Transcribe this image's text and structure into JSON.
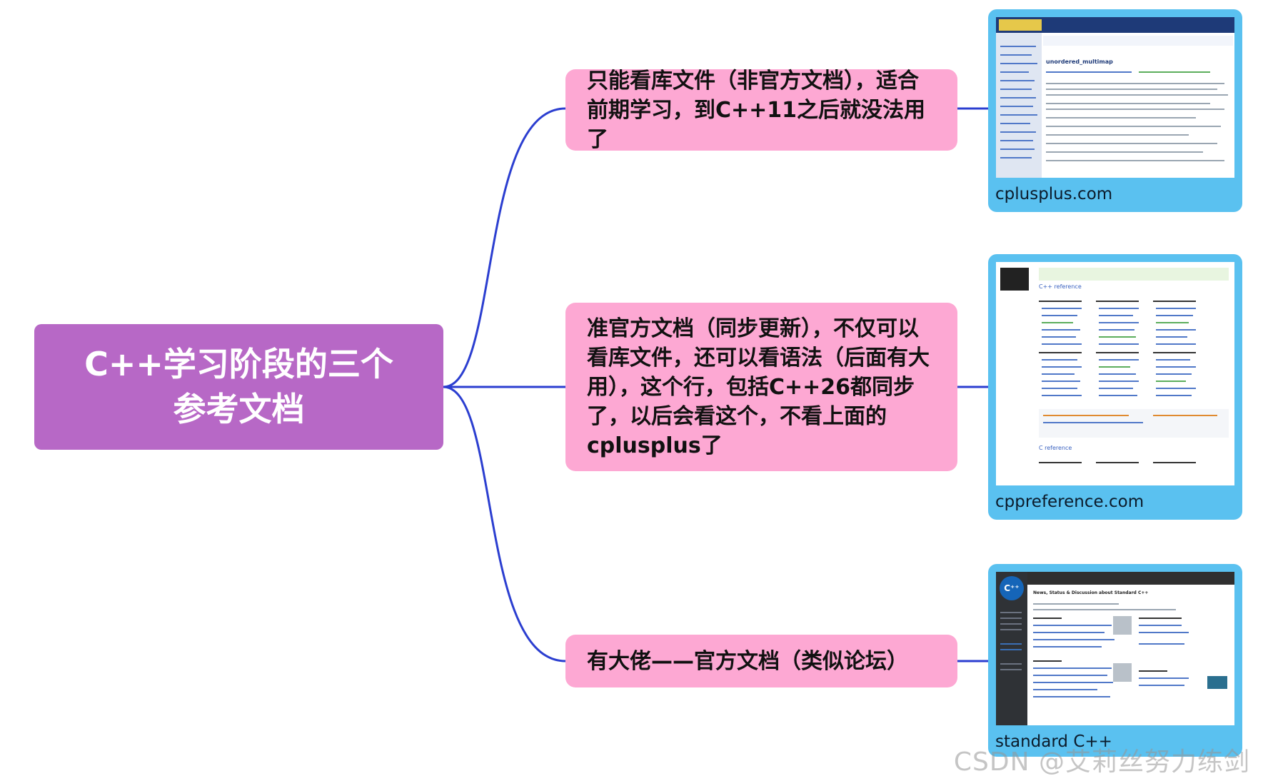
{
  "root": {
    "title": "C++学习阶段的三个参考文档"
  },
  "nodes": [
    {
      "text": "只能看库文件（非官方文档），适合前期学习，到C++11之后就没法用了"
    },
    {
      "text": "准官方文档（同步更新），不仅可以看库文件，还可以看语法（后面有大用），这个行，包括C++26都同步了，以后会看这个，不看上面的cplusplus了"
    },
    {
      "text": "有大佬——官方文档（类似论坛）"
    }
  ],
  "cards": [
    {
      "caption": "cplusplus.com",
      "heading": "unordered_multimap"
    },
    {
      "caption": "cppreference.com",
      "heading": "C++ reference",
      "subheading": "C reference"
    },
    {
      "caption": "standard C++",
      "heading": "News, Status & Discussion about Standard C++"
    }
  ],
  "watermark": "CSDN @艾莉丝努力练剑",
  "colors": {
    "root": "#b768c6",
    "node": "#fda8d3",
    "card": "#5ac1f0",
    "connector": "#2b3ed0"
  }
}
